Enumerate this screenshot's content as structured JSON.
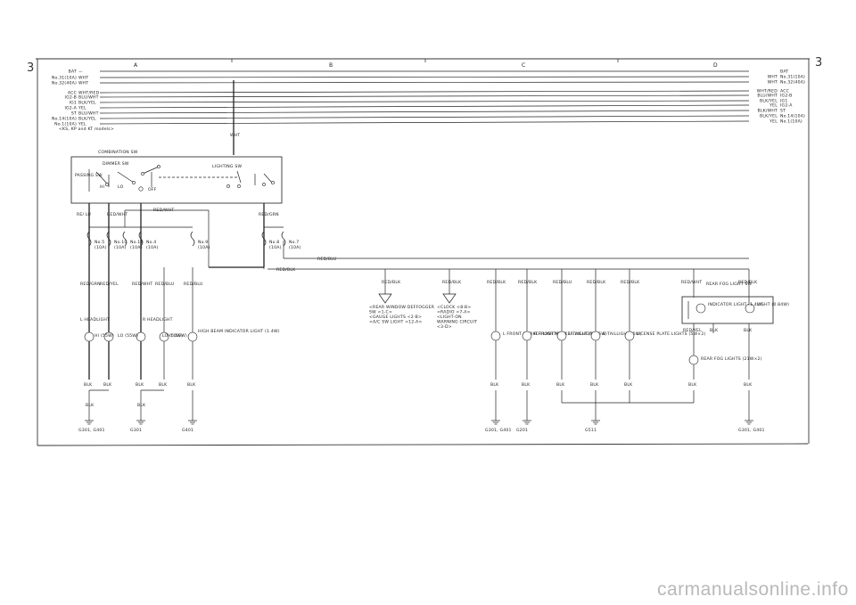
{
  "page_marks": {
    "left": "3",
    "right": "3"
  },
  "zones": [
    "A",
    "B",
    "C",
    "D"
  ],
  "left_feeds": [
    {
      "label": "BAT",
      "color": "—"
    },
    {
      "label": "No.31(10A)",
      "color": "WHT"
    },
    {
      "label": "No.32(40A)",
      "color": "WHT"
    },
    {
      "label": "ACC",
      "color": "WHT/RED"
    },
    {
      "label": "IG2-B",
      "color": "BLU/WHT"
    },
    {
      "label": "IG1",
      "color": "BLK/YEL"
    },
    {
      "label": "IG2-A",
      "color": "YEL"
    },
    {
      "label": "ST",
      "color": "BLU/WHT"
    },
    {
      "label": "No.14(10A)",
      "color": "BLK/YEL"
    },
    {
      "label": "No.1(10A)",
      "color": "YEL"
    }
  ],
  "left_note": "<KS, KP and KT models>",
  "right_feeds": [
    {
      "label": "BAT",
      "color": ""
    },
    {
      "label": "No.31(10A)",
      "color": "WHT"
    },
    {
      "label": "No.32(40A)",
      "color": "WHT"
    },
    {
      "label": "ACC",
      "color": "WHT/RED"
    },
    {
      "label": "IG2-B",
      "color": "BLU/WHT"
    },
    {
      "label": "IG1",
      "color": "BLK/YEL"
    },
    {
      "label": "IG2-A",
      "color": "YEL"
    },
    {
      "label": "ST",
      "color": "BLK/WHT"
    },
    {
      "label": "No.14(10A)",
      "color": "BLK/YEL"
    },
    {
      "label": "No.1(10A)",
      "color": "YEL"
    }
  ],
  "wht_tap": "WHT",
  "combination_switch": {
    "title": "COMBINATION SW",
    "dimmer": "DIMMER SW",
    "passing": "PASSING SW",
    "hi": "HI",
    "lo": "LO",
    "lighting": "LIGHTING SW",
    "off": "OFF"
  },
  "wires": {
    "red_wht": "RED/WHT",
    "red_grn": "RED/GRN",
    "red_blu": "RED/BLU",
    "red_blk": "RED/BLK",
    "red_yel": "RED/YEL",
    "blk": "BLK",
    "relu": "RE/ LU"
  },
  "fuses": [
    {
      "no": "No.5",
      "rating": "(10A)"
    },
    {
      "no": "No.10",
      "rating": "(10A)"
    },
    {
      "no": "No.11",
      "rating": "(10A)"
    },
    {
      "no": "No.4",
      "rating": "(10A)"
    },
    {
      "no": "No.9",
      "rating": "(10A)"
    },
    {
      "no": "No.8",
      "rating": "(10A)"
    },
    {
      "no": "No.7",
      "rating": "(10A)"
    }
  ],
  "headlights": {
    "left": "L HEADLIGHT",
    "right": "R HEADLIGHT",
    "hi_l": "HI (55W)",
    "lo_l": "LO (55W)",
    "lo_r": "LO (55W)",
    "hi_r": "HI (60W)",
    "indicator": "HIGH BEAM INDICATOR LIGHT (1.4W)"
  },
  "notes_left": [
    "<REAR WINDOW DEFFOGGER",
    "SW <1-C>",
    "<GAUGE LIGHTS <2-B>",
    "<A/C SW LIGHT <12-A>"
  ],
  "notes_right": [
    "<CLOCK <8-B>",
    "<RADIO <7-A>",
    "<LIGHT-ON",
    "WARNING CIRCUIT",
    "<3-D>"
  ],
  "lamps": [
    {
      "name": "L FRONT MARKER LIGHT(5W)"
    },
    {
      "name": "R FRONT MARKER LIGHT(5W)"
    },
    {
      "name": "L TAILLIGHT (5W)"
    },
    {
      "name": "R TAILLIGHT (5W)"
    },
    {
      "name": "LICENSE PLATE LIGHTS (5W×2)"
    }
  ],
  "rear_fog": {
    "switch": "REAR FOG LIGHT SW",
    "indicator": "INDICATOR LIGHT (1.4W)",
    "light": "LIGHT (0.84W)",
    "lamps": "REAR FOG LIGHTS (21W×2)"
  },
  "grounds": [
    "G301, G401",
    "G301",
    "G401",
    "G301, G401",
    "G201",
    "G511",
    "G301, G401"
  ],
  "watermark": "carmanualsonline.info"
}
